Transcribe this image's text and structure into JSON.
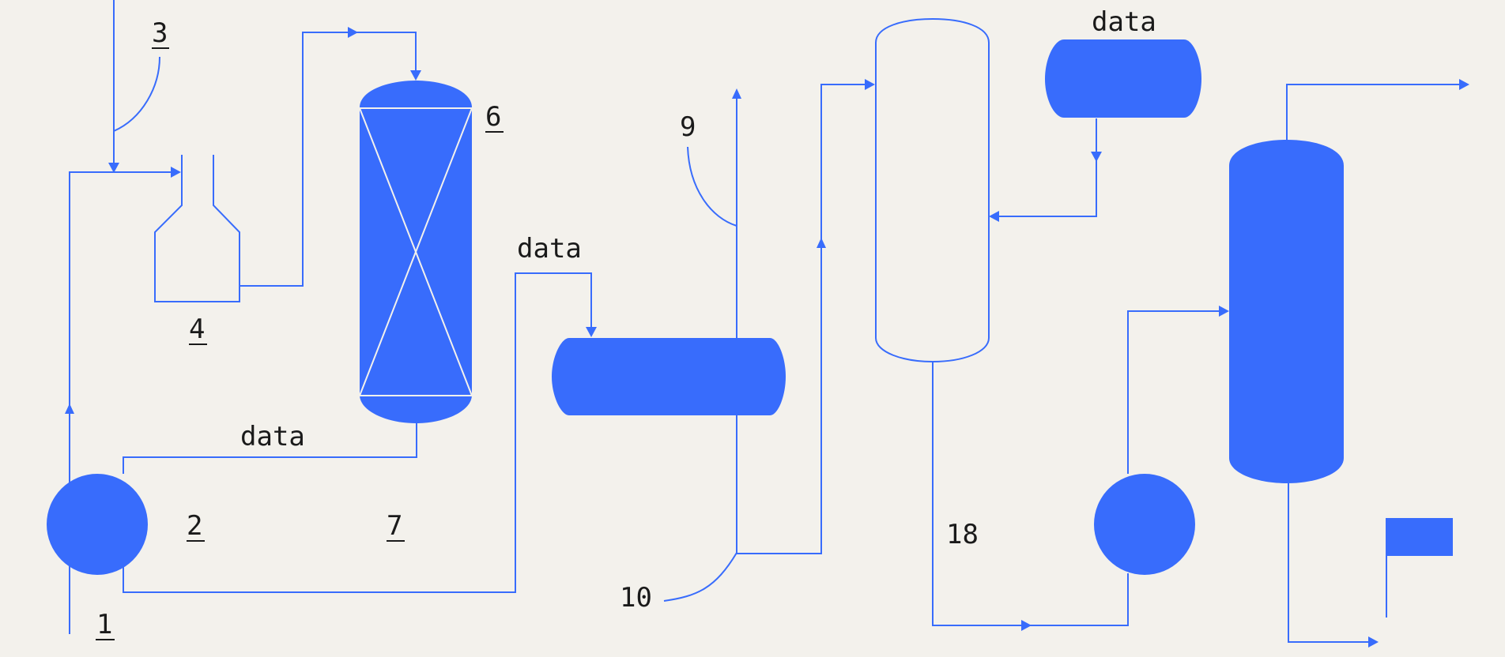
{
  "diagram": {
    "labels": {
      "l1": "1",
      "l2": "2",
      "l3": "3",
      "l4": "4",
      "l6": "6",
      "l7": "7",
      "l9": "9",
      "l10": "10",
      "l18": "18",
      "data_top": "data",
      "data_mid": "data",
      "data_low": "data"
    },
    "colors": {
      "equipment": "#386cfc",
      "background": "#f3f1ec",
      "text": "#1a1a1a"
    }
  }
}
